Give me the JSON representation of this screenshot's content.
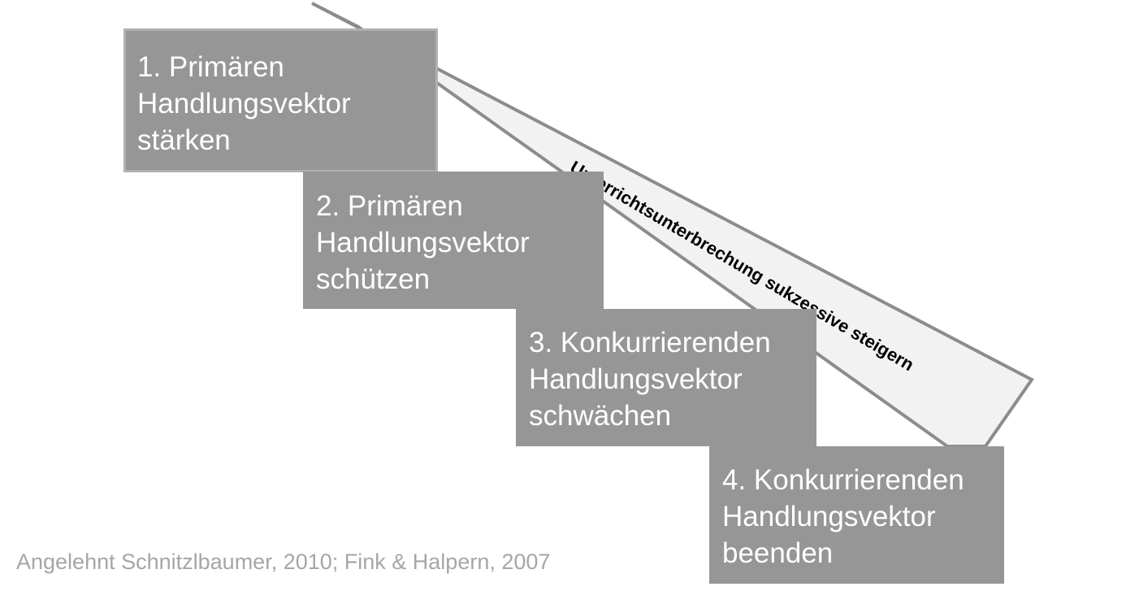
{
  "diagram": {
    "arrow_label": "Unterrichtsunterbrechung sukzessive steigern",
    "colors": {
      "box_fill": "#969696",
      "box_text": "#ffffff",
      "arrow_fill": "#f2f2f2",
      "arrow_stroke": "#8c8c8c",
      "caption_text": "#a6a6a6"
    },
    "steps": [
      {
        "lines": [
          "1. Primären",
          "Handlungsvektor",
          "stärken"
        ]
      },
      {
        "lines": [
          "2. Primären",
          "Handlungsvektor",
          "schützen"
        ]
      },
      {
        "lines": [
          "3. Konkurrierenden",
          "Handlungsvektor",
          "schwächen"
        ]
      },
      {
        "lines": [
          "4. Konkurrierenden",
          "Handlungsvektor",
          "beenden"
        ]
      }
    ],
    "caption": "Angelehnt Schnitzlbaumer, 2010; Fink & Halpern, 2007"
  }
}
